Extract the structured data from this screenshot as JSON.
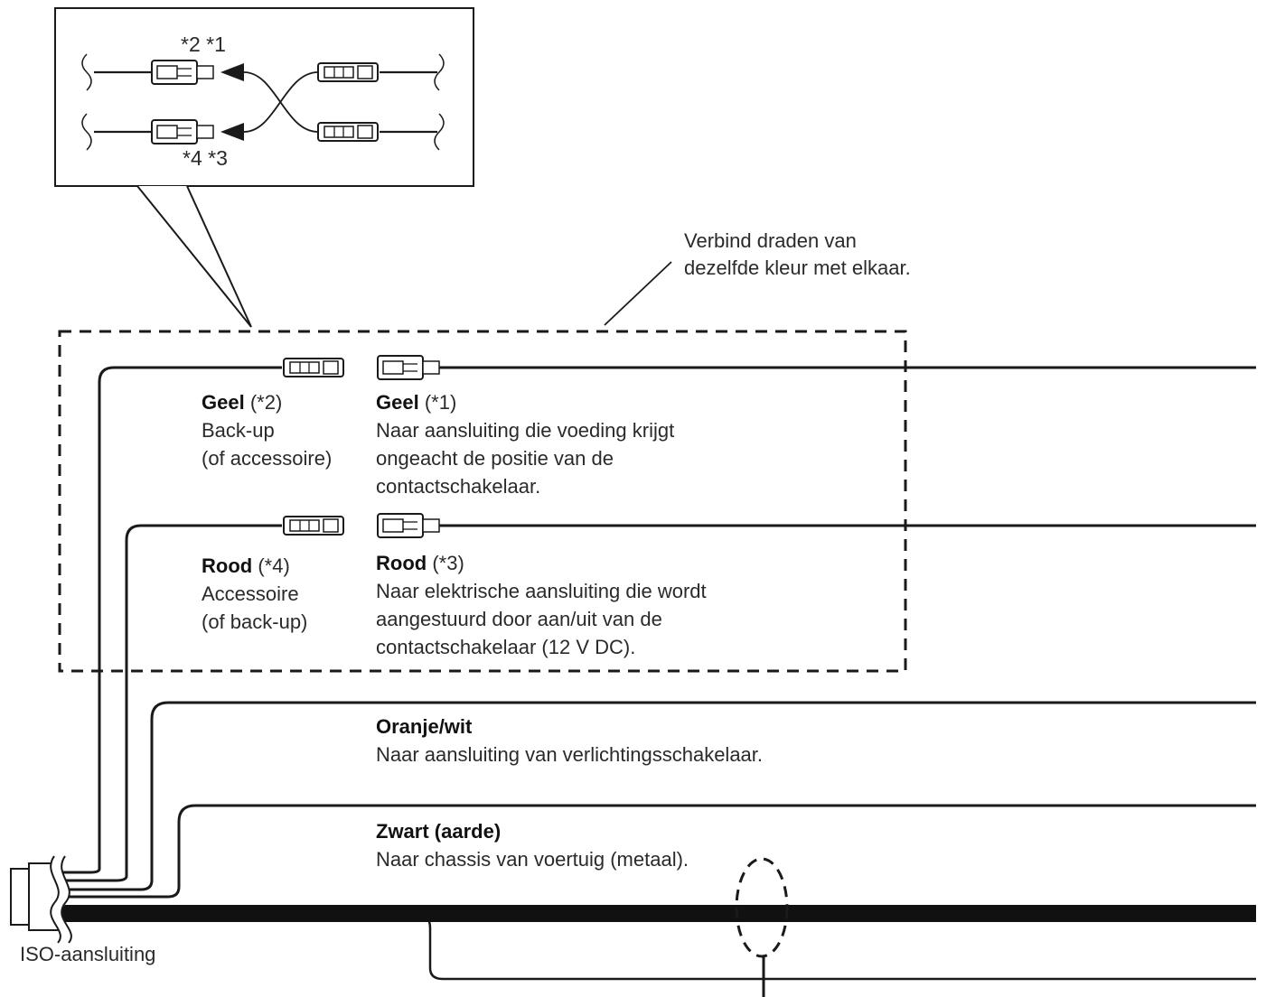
{
  "callout": {
    "ref_top": "*2 *1",
    "ref_bottom": "*4 *3"
  },
  "note": {
    "line1": "Verbind draden van",
    "line2": "dezelfde kleur met elkaar."
  },
  "wires": {
    "geel_left": {
      "name": "Geel",
      "ref": "(*2)",
      "line1": "Back-up",
      "line2": "(of accessoire)"
    },
    "geel_right": {
      "name": "Geel",
      "ref": "(*1)",
      "line1": "Naar aansluiting die voeding krijgt",
      "line2": "ongeacht de positie van de",
      "line3": "contactschakelaar."
    },
    "rood_left": {
      "name": "Rood",
      "ref": "(*4)",
      "line1": "Accessoire",
      "line2": "(of back-up)"
    },
    "rood_right": {
      "name": "Rood",
      "ref": "(*3)",
      "line1": "Naar elektrische aansluiting die wordt",
      "line2": "aangestuurd door aan/uit van de",
      "line3": "contactschakelaar (12 V DC)."
    },
    "oranje": {
      "name": "Oranje/wit",
      "line1": "Naar aansluiting van verlichtingsschakelaar."
    },
    "zwart": {
      "name": "Zwart (aarde)",
      "line1": "Naar chassis van voertuig (metaal)."
    }
  },
  "iso_label": "ISO-aansluiting",
  "colors": {
    "line": "#1a1a1a",
    "text": "#2a2a2a"
  }
}
